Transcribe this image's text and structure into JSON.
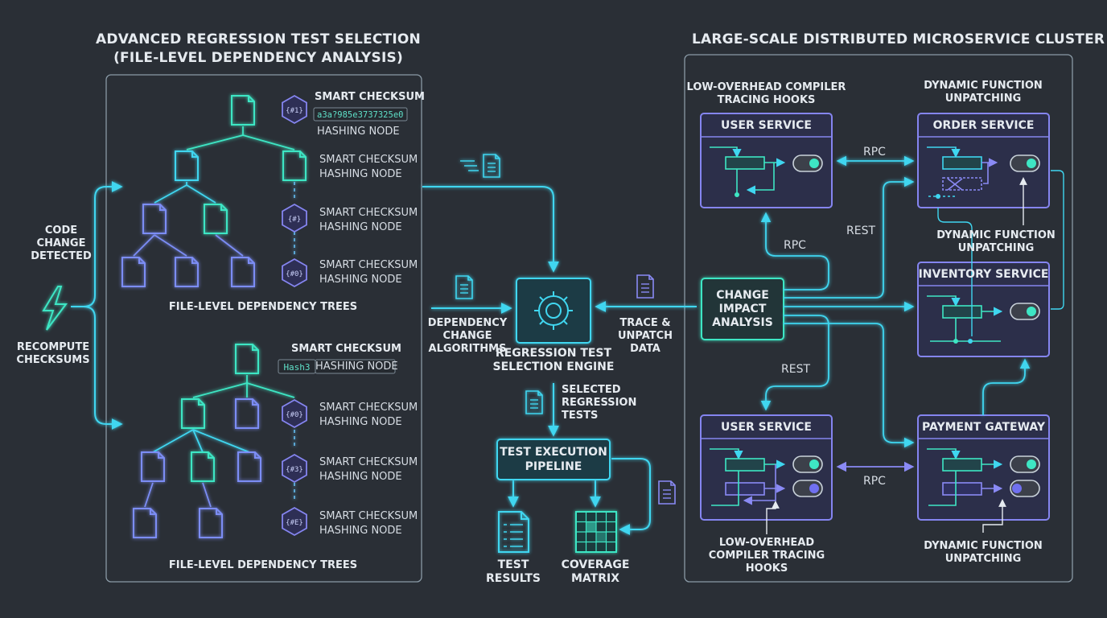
{
  "colors": {
    "background": "#2a2f36",
    "cyan": "#3fd6f0",
    "teal": "#3ee6c4",
    "purple": "#7b7bf0",
    "text": "#e6ebf0"
  },
  "left_panel": {
    "title_line1": "ADVANCED REGRESSION TEST SELECTION",
    "title_line2": "(FILE-LEVEL DEPENDENCY ANALYSIS)",
    "tree_top_label": "FILE-LEVEL DEPENDENCY TREES",
    "tree_bottom_label": "FILE-LEVEL DEPENDENCY TREES",
    "top_checksum": {
      "title": "SMART CHECKSUM",
      "hash": "a3a?985e3737325e0",
      "subtitle": "HASHING NODE"
    },
    "bottom_checksum": {
      "title": "SMART CHECKSUM",
      "hash": "Hash3",
      "subtitle": "HASHING NODE"
    },
    "hex_glyphs": [
      "{#1}",
      "{#}",
      "{#0}",
      "{#0}",
      "{#3}",
      "{#E}"
    ],
    "node_line1": "SMART CHECKSUM",
    "node_line2": "HASHING NODE"
  },
  "inputs": {
    "code_change": [
      "CODE",
      "CHANGE",
      "DETECTED"
    ],
    "recompute": [
      "RECOMPUTE",
      "CHECKSUMS"
    ]
  },
  "center": {
    "dependency_algorithms": [
      "DEPENDENCY",
      "CHANGE",
      "ALGORITHMS"
    ],
    "engine": [
      "REGRESSION TEST",
      "SELECTION ENGINE"
    ],
    "trace_unpatch": [
      "TRACE &",
      "UNPATCH",
      "DATA"
    ],
    "selected_tests": [
      "SELECTED",
      "REGRESSION",
      "TESTS"
    ],
    "pipeline": [
      "TEST EXECUTION",
      "PIPELINE"
    ],
    "test_results": [
      "TEST",
      "RESULTS"
    ],
    "coverage_matrix": [
      "COVERAGE",
      "MATRIX"
    ]
  },
  "right_panel": {
    "title": "LARGE-SCALE DISTRIBUTED MICROSERVICE CLUSTER",
    "compiler_hooks_top": [
      "LOW-OVERHEAD COMPILER",
      "TRACING HOOKS"
    ],
    "unpatching_top": [
      "DYNAMIC FUNCTION",
      "UNPATCHING"
    ],
    "unpatching_mid": [
      "DYNAMIC FUNCTION",
      "UNPATCHING"
    ],
    "compiler_hooks_bottom": [
      "LOW-OVERHEAD",
      "COMPILER TRACING",
      "HOOKS"
    ],
    "unpatching_bottom": [
      "DYNAMIC FUNCTION",
      "UNPATCHING"
    ],
    "change_impact": [
      "CHANGE",
      "IMPACT",
      "ANALYSIS"
    ],
    "services": {
      "user_top": "USER SERVICE",
      "order": "ORDER SERVICE",
      "inventory": "INVENTORY SERVICE",
      "user_bottom": "USER SERVICE",
      "payment": "PAYMENT GATEWAY"
    },
    "edges": {
      "rpc_top": "RPC",
      "rest_top": "REST",
      "rpc_mid": "RPC",
      "rest_bottom": "REST",
      "rpc_bottom": "RPC"
    }
  }
}
